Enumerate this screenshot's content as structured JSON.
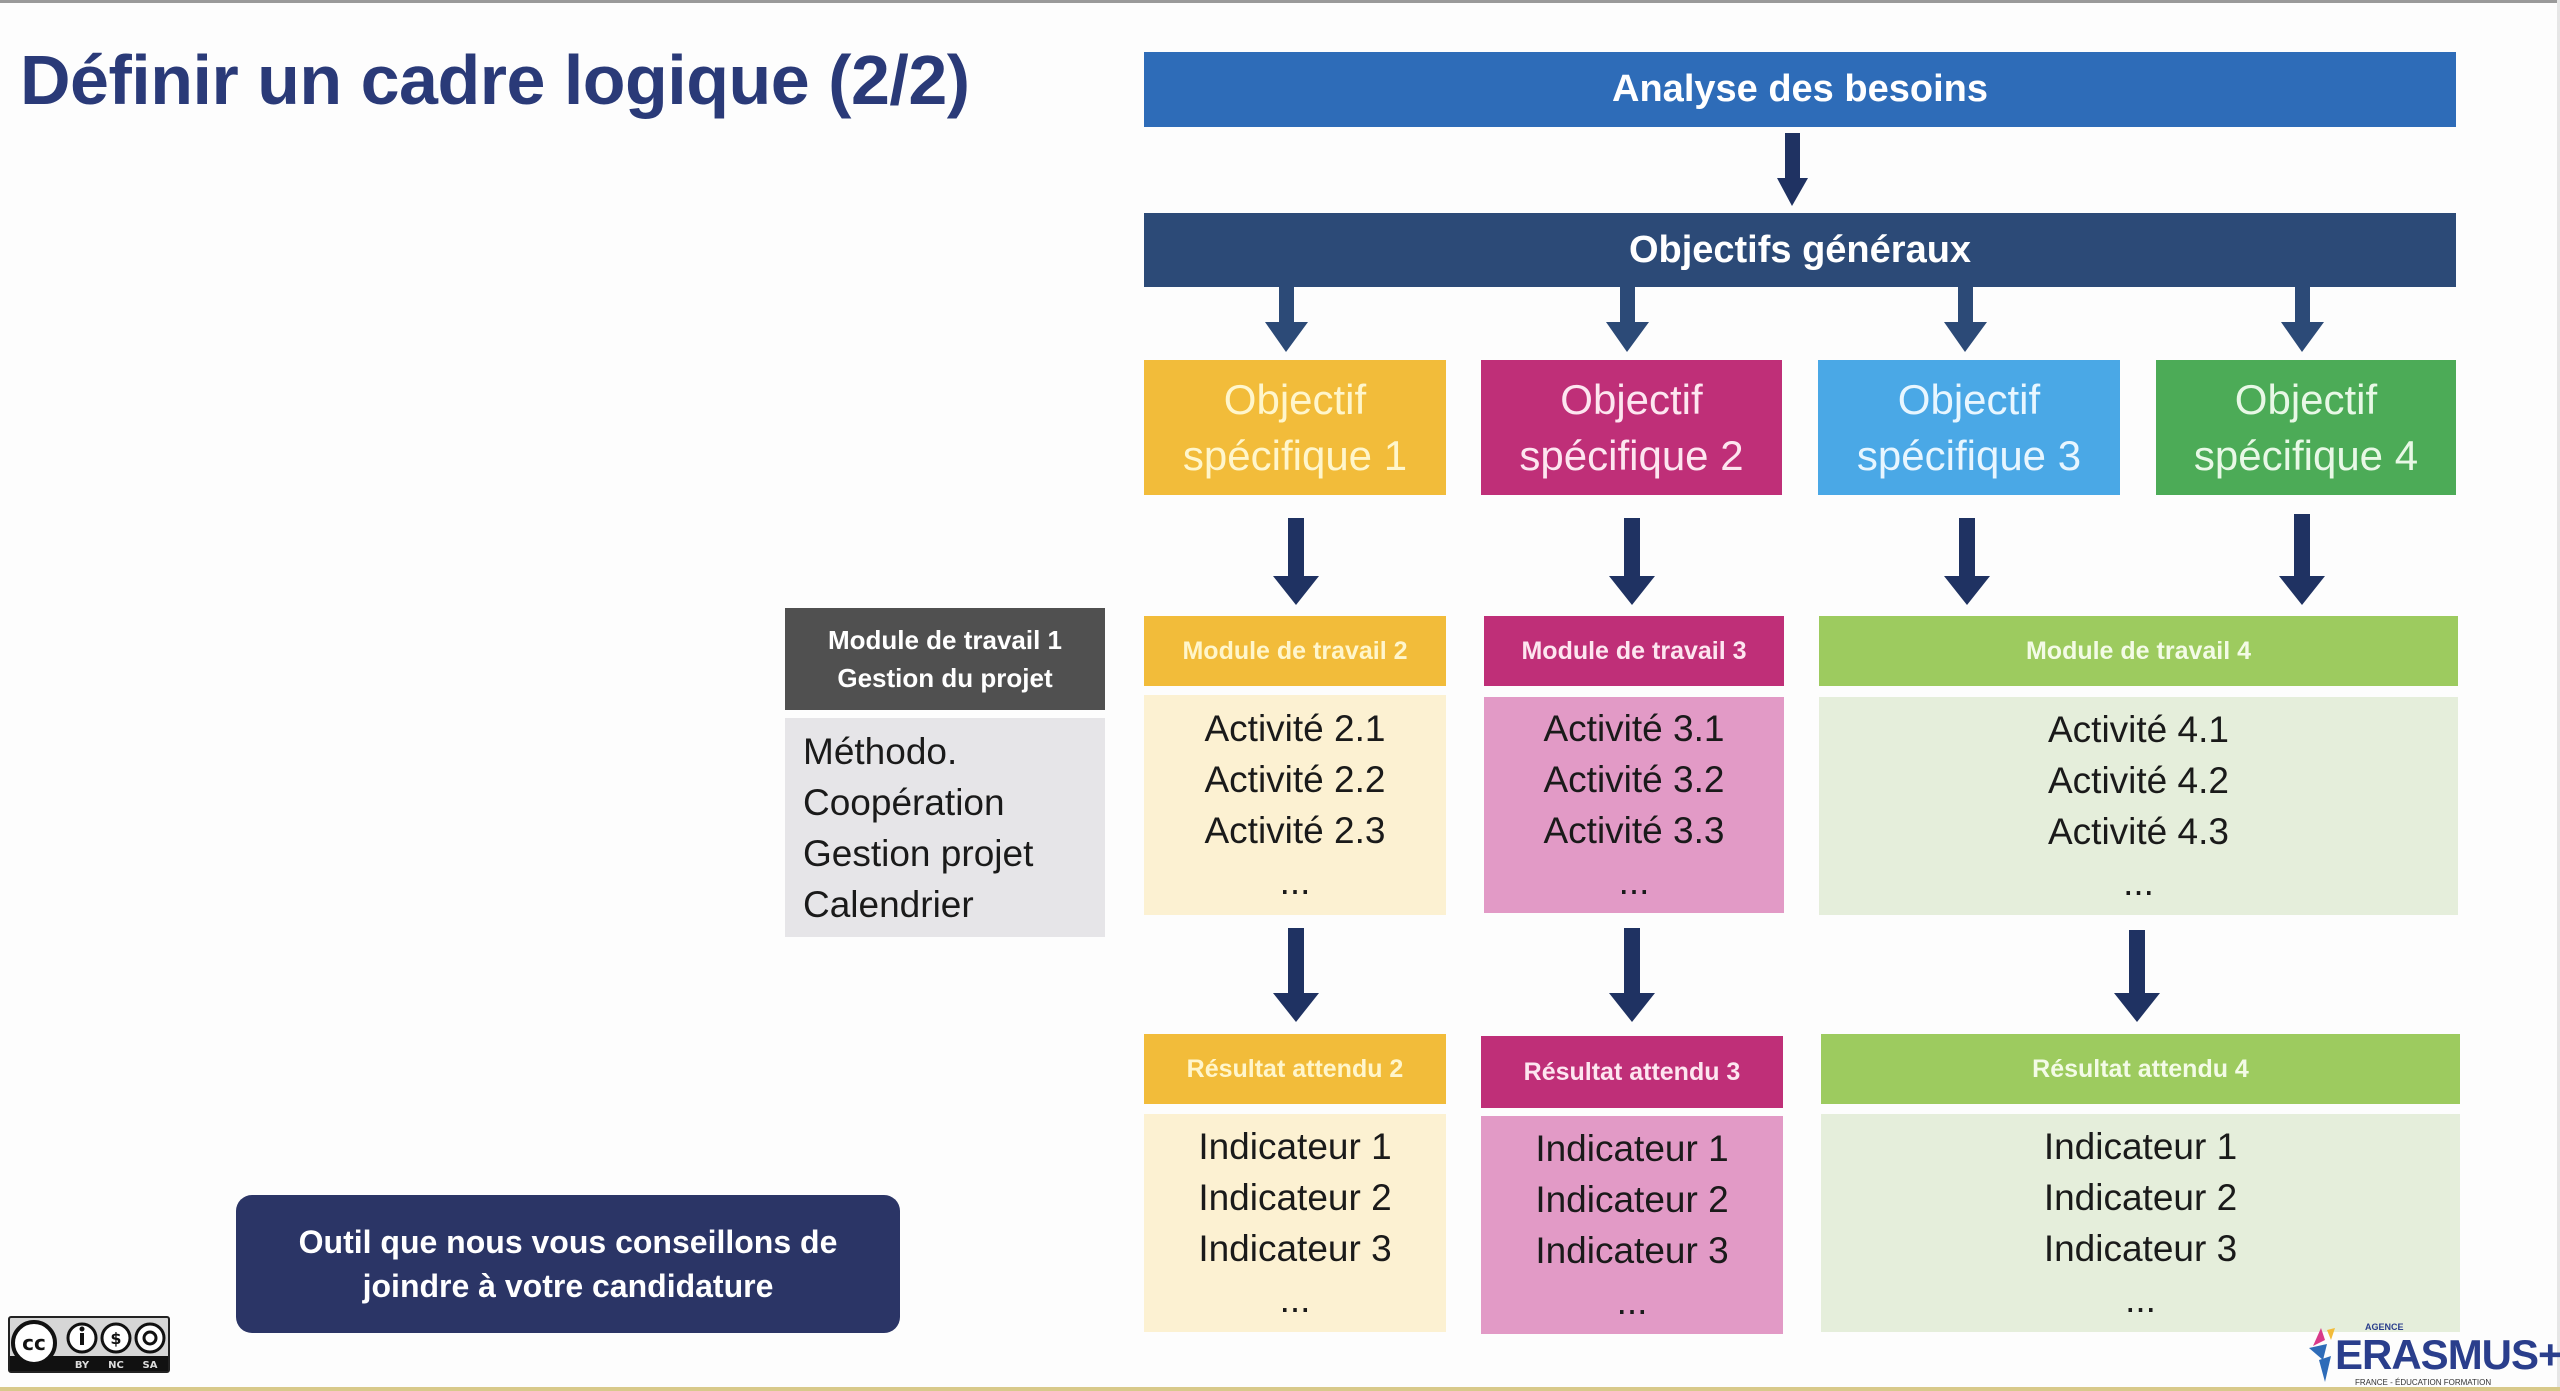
{
  "slide": {
    "title": "Définir un cadre logique (2/2)"
  },
  "flow": {
    "top_bar": "Analyse des besoins",
    "general_objectives": "Objectifs généraux",
    "specific_objectives": [
      {
        "line1": "Objectif",
        "line2": "spécifique 1",
        "color": "#f2bc3a"
      },
      {
        "line1": "Objectif",
        "line2": "spécifique 2",
        "color": "#bf2f78"
      },
      {
        "line1": "Objectif",
        "line2": "spécifique 3",
        "color": "#4aa8e6"
      },
      {
        "line1": "Objectif",
        "line2": "spécifique 4",
        "color": "#4cab57"
      }
    ],
    "work_module_1": {
      "line1": "Module de travail 1",
      "line2": "Gestion du projet",
      "items": [
        "Méthodo.",
        "Coopération",
        "Gestion projet",
        "Calendrier"
      ]
    },
    "work_modules": [
      {
        "title": "Module de travail 2",
        "items": [
          "Activité 2.1",
          "Activité 2.2",
          "Activité 2.3",
          "..."
        ]
      },
      {
        "title": "Module de travail 3",
        "items": [
          "Activité 3.1",
          "Activité 3.2",
          "Activité 3.3",
          "..."
        ]
      },
      {
        "title": "Module de travail 4",
        "items": [
          "Activité 4.1",
          "Activité 4.2",
          "Activité 4.3",
          "..."
        ]
      }
    ],
    "results": [
      {
        "title": "Résultat attendu 2",
        "items": [
          "Indicateur 1",
          "Indicateur 2",
          "Indicateur 3",
          "..."
        ]
      },
      {
        "title": "Résultat attendu 3",
        "items": [
          "Indicateur 1",
          "Indicateur 2",
          "Indicateur 3",
          "..."
        ]
      },
      {
        "title": "Résultat attendu 4",
        "items": [
          "Indicateur 1",
          "Indicateur 2",
          "Indicateur 3",
          "..."
        ]
      }
    ]
  },
  "callout": {
    "line1": "Outil que nous vous conseillons de",
    "line2": "joindre à votre candidature"
  },
  "license": {
    "icon": "cc-by-nc-sa-icon",
    "labels": [
      "BY",
      "NC",
      "SA"
    ]
  },
  "logo": {
    "brand": "ERASMUS+",
    "agency": "AGENCE",
    "subtitle": "FRANCE - ÉDUCATION FORMATION"
  },
  "colors": {
    "title": "#2a3a78",
    "arrow": "#1f3262",
    "analyse": "#2e6cb8",
    "objectifs_generaux": "#2c4a77"
  }
}
